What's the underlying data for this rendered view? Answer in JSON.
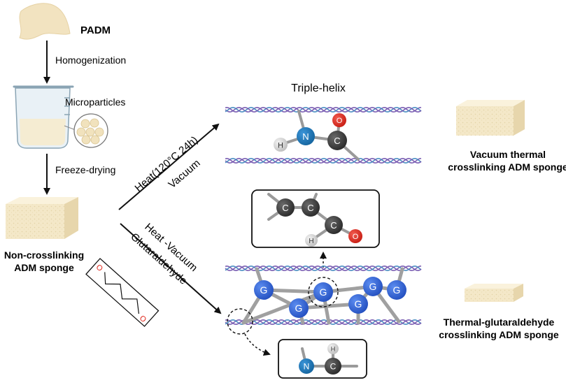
{
  "left_steps": {
    "start": "PADM",
    "step1": "Homogenization",
    "intermediate": "Microparticles",
    "step2": "Freeze-drying",
    "product_line1": "Non-crosslinking",
    "product_line2": "ADM sponge"
  },
  "routes": {
    "upper_condition1": "Heat(120°C 24h)",
    "upper_condition2": "Vacuum",
    "lower_condition1": "Heat -Vacuum",
    "lower_condition2": "Glutaraldehyde"
  },
  "center": {
    "title": "Triple-helix",
    "atom_H": "H",
    "atom_N": "N",
    "atom_C": "C",
    "atom_O": "O",
    "atom_G": "G"
  },
  "right_products": {
    "vacuum_line1": "Vacuum thermal",
    "vacuum_line2": "crosslinking ADM sponge",
    "glut_line1": "Thermal-glutaraldehyde",
    "glut_line2": "crosslinking ADM sponge"
  },
  "colors": {
    "nitrogen": "#1f78c8",
    "carbon": "#3a3a3a",
    "oxygen": "#e02a1f",
    "hydrogen": "#d9d9d9",
    "glutaraldehyde_node": "#2f63d8",
    "helix_purple": "#7b5fb3",
    "helix_blue": "#4a8ec2",
    "sponge": "#f4e8c8"
  }
}
